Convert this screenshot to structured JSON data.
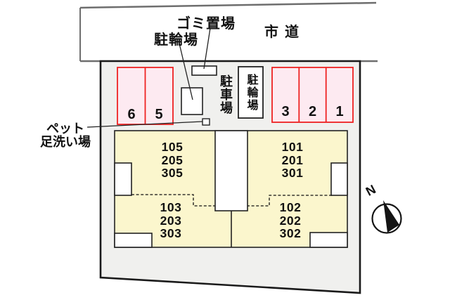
{
  "road": {
    "label": "市道"
  },
  "labels": {
    "garbage": "ゴミ置場",
    "bicycle_top": "駐輪場",
    "pet_line1": "ペット",
    "pet_line2": "足洗い場",
    "parking_lot": "駐車場",
    "bicycle_boxed": "駐輪場"
  },
  "parking_spaces": {
    "left": [
      "6",
      "5"
    ],
    "right": [
      "3",
      "2",
      "1"
    ]
  },
  "units": {
    "top_left": [
      "105",
      "205",
      "305"
    ],
    "top_right": [
      "101",
      "201",
      "301"
    ],
    "bottom_left": [
      "103",
      "203",
      "303"
    ],
    "bottom_right": [
      "102",
      "202",
      "302"
    ]
  },
  "compass": {
    "label": "N"
  },
  "colors": {
    "site_fill": "#f0f0ee",
    "building_fill": "#fbf6cd",
    "parking_fill": "#fdeaf1",
    "parking_border": "#ee2222",
    "road_line": "#6e6e6e",
    "outline": "#1a1a1a"
  }
}
